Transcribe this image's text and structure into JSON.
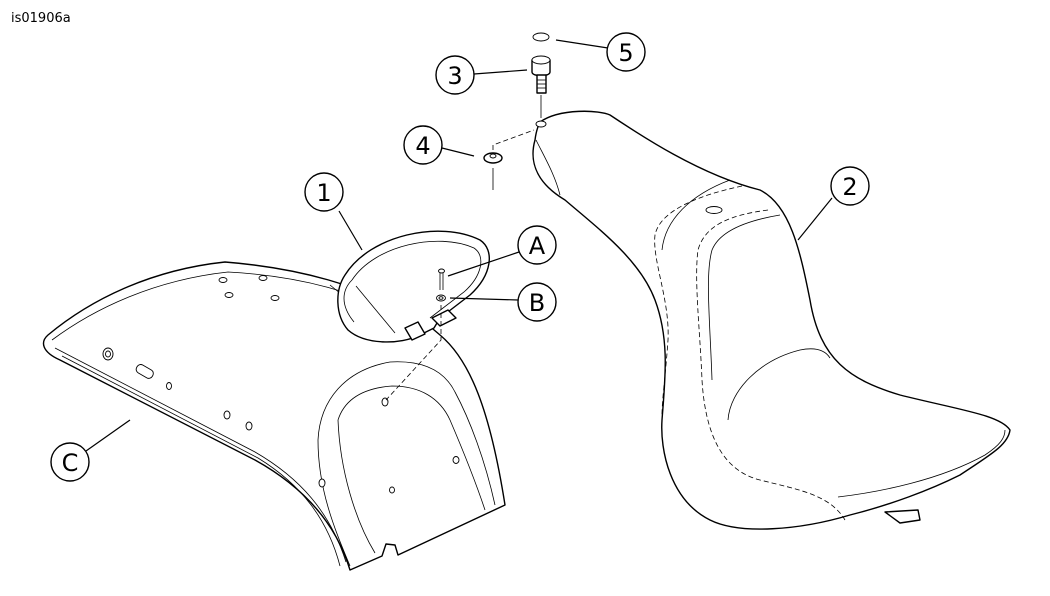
{
  "figure_id": "is01906a",
  "callouts": [
    {
      "key": "1",
      "label": "1"
    },
    {
      "key": "2",
      "label": "2"
    },
    {
      "key": "3",
      "label": "3"
    },
    {
      "key": "4",
      "label": "4"
    },
    {
      "key": "5",
      "label": "5"
    },
    {
      "key": "A",
      "label": "A"
    },
    {
      "key": "B",
      "label": "B"
    },
    {
      "key": "C",
      "label": "C"
    }
  ],
  "parts": {
    "rear_fender": "fender-c",
    "seat": "seat-2",
    "strap": "strap-1",
    "screw": "screw-3",
    "washer": "washer-4",
    "cap": "cap-5",
    "bracket_screw": "screw-a",
    "bracket_nut": "nut-b"
  }
}
